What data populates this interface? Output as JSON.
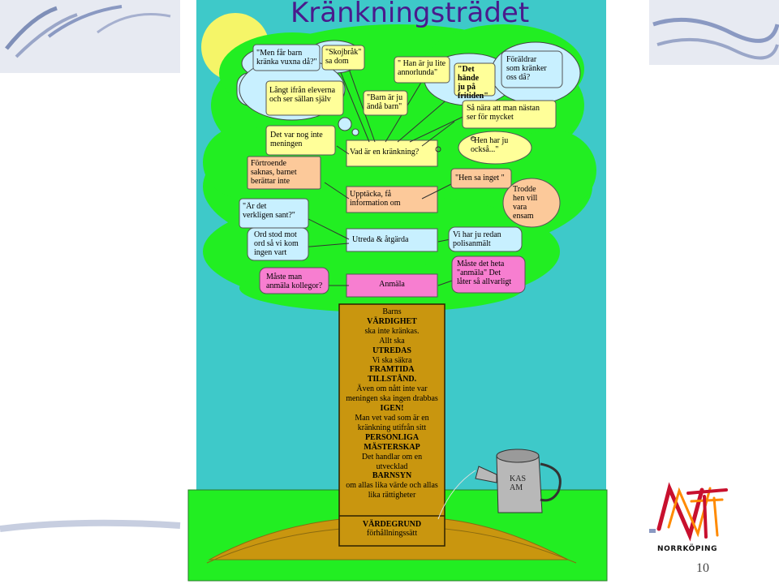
{
  "title": "Kränkningsträdet",
  "bubbles": {
    "b1": "\"Men får barn\nkränka vuxna då?\"",
    "b2": "\"Skojbråk\"\nsa dom",
    "b3": "\" Han är ju lite\nannorlunda\"",
    "b4": "\"Det hände\nju på\nfritiden\"",
    "b5": "Föräldrar\nsom kränker\noss då?",
    "b6": "Långt ifrån eleverna\noch ser sällan själv",
    "b7": "\"Barn är ju\nändå barn\"",
    "b8": "Så nära att man nästan\nser för mycket",
    "b9": "Det var nog inte\nmeningen",
    "b10": "\"Hen har ju\nockså...\"",
    "b11": "Förtroende\nsaknas, barnet\nberättar inte",
    "b12": "\"Hen sa inget \"",
    "b13": "Trodde\nhen vill\nvara\nensam",
    "b14": "\"Är det\nverkligen sant?\"",
    "b15": "Ord stod mot\nord så vi kom\ningen vart",
    "b16": "Vi har ju redan\npolisanmält",
    "b17": "Måste man\nanmäla kollegor?",
    "b18": "Måste det heta\n\"anmäla\" Det\nlåter så allvarligt"
  },
  "branches": {
    "question": "Vad är en kränkning?",
    "discover": "Upptäcka, få\ninformation om",
    "investigate": "Utreda & åtgärda",
    "report": "Anmäla"
  },
  "trunk": {
    "l1": "Barns",
    "l2": "VÄRDIGHET",
    "l3": "ska inte kränkas.",
    "l4": "Allt ska",
    "l5": "UTREDAS",
    "l6": "Vi ska säkra",
    "l7": "FRAMTIDA",
    "l8": "TILLSTÅND.",
    "l9": "Även om nått inte var",
    "l10": "meningen ska ingen drabbas",
    "l11": "IGEN!",
    "l12": "Man vet vad som är en",
    "l13": "kränkning utifrån sitt",
    "l14": "PERSONLIGA",
    "l15": "MÄSTERSKAP",
    "l16": "Det handlar om en",
    "l17": "utvecklad",
    "l18": "BARNSYN",
    "l19": "om allas lika värde och allas",
    "l20": "lika rättigheter"
  },
  "base": {
    "l1": "VÄRDEGRUND",
    "l2": "förhållningssätt"
  },
  "pot_label": "KAS\nAM",
  "logo": "NORRKÖPING",
  "page_number": "10",
  "colors": {
    "sky": "#3ec9c9",
    "foliage": "#22ee22",
    "sun": "#f5f568",
    "trunk": "#c9960f",
    "bubble_blue": "#c8f0ff",
    "bubble_yellow": "#ffff99",
    "bubble_peach": "#fcc99a",
    "bubble_pink": "#f77ed0",
    "title": "#4a1a8c"
  }
}
